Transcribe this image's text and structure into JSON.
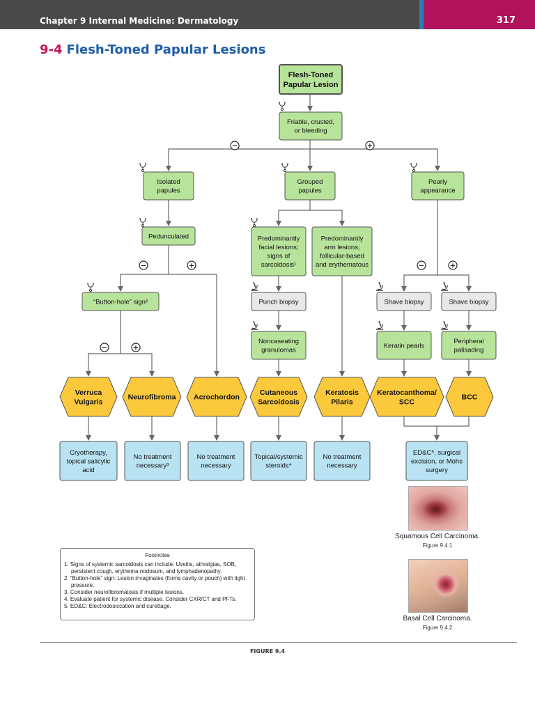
{
  "header": {
    "chapter": "Chapter 9  Internal Medicine: Dermatology",
    "page_number": "317"
  },
  "section": {
    "number": "9-4",
    "title": "Flesh-Toned Papular Lesions"
  },
  "colors": {
    "header_bar": "#4a4947",
    "header_accent": "#b0125c",
    "title_number": "#c4145a",
    "title_text": "#1f5fa8",
    "node_green": "#b8e39b",
    "node_gray": "#e8e8e8",
    "node_hex": "#fcc93d",
    "node_blue": "#b9e3f2"
  },
  "flowchart": {
    "root": [
      "Flesh-Toned",
      "Papular Lesion"
    ],
    "friable": [
      "Friable, crusted,",
      "or bleeding"
    ],
    "isolated": [
      "Isolated",
      "papules"
    ],
    "grouped": [
      "Grouped",
      "papules"
    ],
    "pearly": [
      "Pearly",
      "appearance"
    ],
    "pedunculated": [
      "Pedunculated"
    ],
    "facial": [
      "Predominantly",
      "facial lesions;",
      "signs of",
      "sarcoidosis¹"
    ],
    "arm": [
      "Predominantly",
      "arm lesions;",
      "follicular-based",
      "and erythematous"
    ],
    "buttonhole": [
      "“Button-hole” sign²"
    ],
    "punch": [
      "Punch biopsy"
    ],
    "shave1": [
      "Shave biopsy"
    ],
    "shave2": [
      "Shave biopsy"
    ],
    "noncaseating": [
      "Noncaseating",
      "granulomas"
    ],
    "keratin": [
      "Keratin pearls"
    ],
    "palisading": [
      "Peripheral",
      "palisading"
    ],
    "verruca": [
      "Verruca",
      "Vulgaris"
    ],
    "neurofibroma": [
      "Neurofibroma"
    ],
    "acrochordon": [
      "Acrochordon"
    ],
    "cutaneous": [
      "Cutaneous",
      "Sarcoidosis"
    ],
    "keratosis": [
      "Keratosis",
      "Pilaris"
    ],
    "kerato": [
      "Keratocanthoma/",
      "SCC"
    ],
    "bcc": [
      "BCC"
    ],
    "cryo": [
      "Cryotherapy,",
      "topical salicylic",
      "acid"
    ],
    "notx1": [
      "No treatment",
      "necessary³"
    ],
    "notx2": [
      "No treatment",
      "necessary"
    ],
    "steroids": [
      "Topical/systemic",
      "steroids⁴"
    ],
    "notx3": [
      "No treatment",
      "necessary"
    ],
    "edc": [
      "ED&C⁵, surgical",
      "excision, or Mohs",
      "surgery"
    ],
    "neg_symbol": "−",
    "pos_symbol": "+"
  },
  "figures": [
    {
      "caption": "Squamous Cell Carcinoma.",
      "label": "Figure 9.4.1"
    },
    {
      "caption": "Basal Cell Carcinoma.",
      "label": "Figure 9.4.2"
    }
  ],
  "footnotes": {
    "title": "Footnotes",
    "items": [
      "1. Signs of systemic sarcoidosis can include: Uveitis, athralgias, SOB, persistent cough, erythema nodosum, and lymphadenopathy.",
      "2. “Button-hole” sign: Lesion invaginates (forms cavity or pouch) with light pressure.",
      "3. Consider neurofibromatosis if multiple lesions.",
      "4. Evaluate patient for systemic disease. Consider CXR/CT and PFTs.",
      "5. ED&C: Electrodesiccation and curettage."
    ]
  },
  "figure_label": "FIGURE 9.4"
}
